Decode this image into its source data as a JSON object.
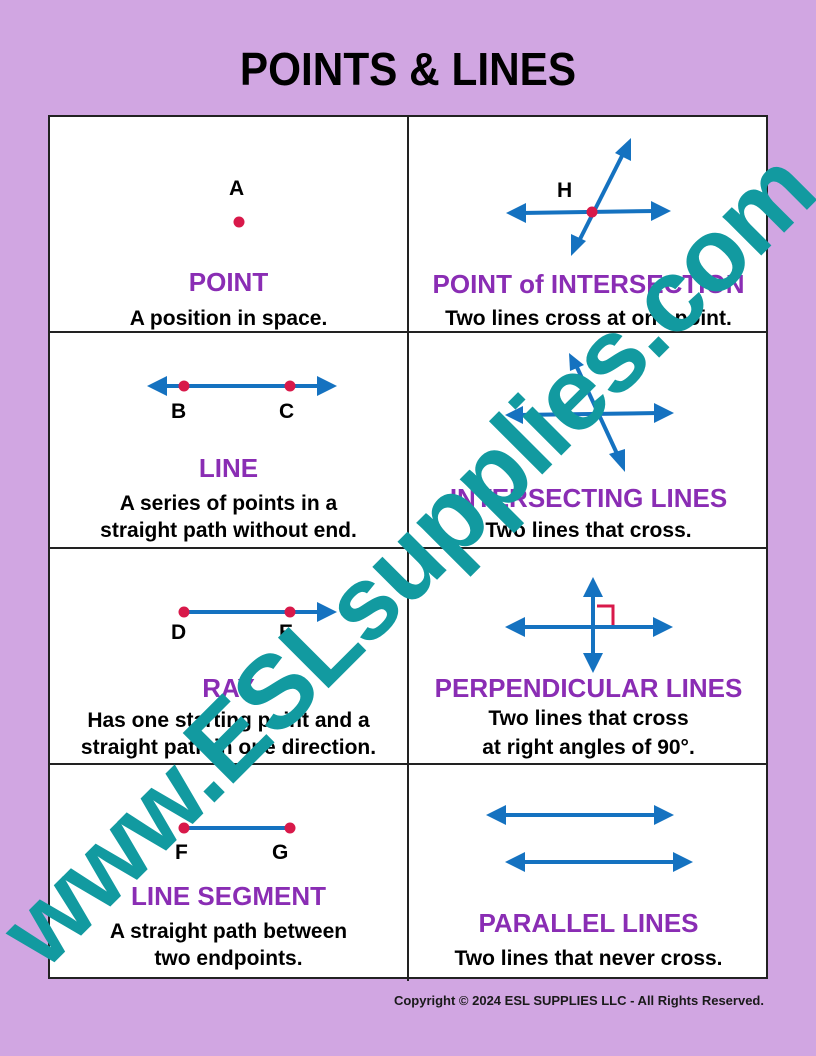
{
  "title": "POINTS & LINES",
  "colors": {
    "background": "#d1a6e2",
    "heading": "#8a2db4",
    "line": "#1572c0",
    "point": "#d8194a",
    "watermark": "#129aa0"
  },
  "cells": [
    {
      "heading": "POINT",
      "desc": [
        "A position in space."
      ],
      "labels": [
        "A"
      ],
      "icon": "point-diagram"
    },
    {
      "heading": "POINT of INTERSECTION",
      "desc": [
        "Two lines cross at one point."
      ],
      "labels": [
        "H"
      ],
      "icon": "intersection-point-diagram"
    },
    {
      "heading": "LINE",
      "desc": [
        "A series of points in a",
        "straight path without end."
      ],
      "labels": [
        "B",
        "C"
      ],
      "icon": "line-diagram"
    },
    {
      "heading": "INTERSECTING LINES",
      "desc": [
        "Two lines that cross."
      ],
      "labels": [],
      "icon": "intersecting-lines-diagram"
    },
    {
      "heading": "RAY",
      "desc": [
        "Has one starting point and a",
        "straight path in one direction."
      ],
      "labels": [
        "D",
        "E"
      ],
      "icon": "ray-diagram"
    },
    {
      "heading": "PERPENDICULAR LINES",
      "desc": [
        "Two lines that cross",
        "at right angles of 90°."
      ],
      "labels": [],
      "icon": "perpendicular-lines-diagram"
    },
    {
      "heading": "LINE SEGMENT",
      "desc": [
        "A straight path between",
        "two endpoints."
      ],
      "labels": [
        "F",
        "G"
      ],
      "icon": "line-segment-diagram"
    },
    {
      "heading": "PARALLEL LINES",
      "desc": [
        "Two lines that never cross."
      ],
      "labels": [],
      "icon": "parallel-lines-diagram"
    }
  ],
  "watermark": "www.ESLsupplies.com",
  "copyright": "Copyright © 2024 ESL SUPPLIES LLC - All Rights Reserved."
}
